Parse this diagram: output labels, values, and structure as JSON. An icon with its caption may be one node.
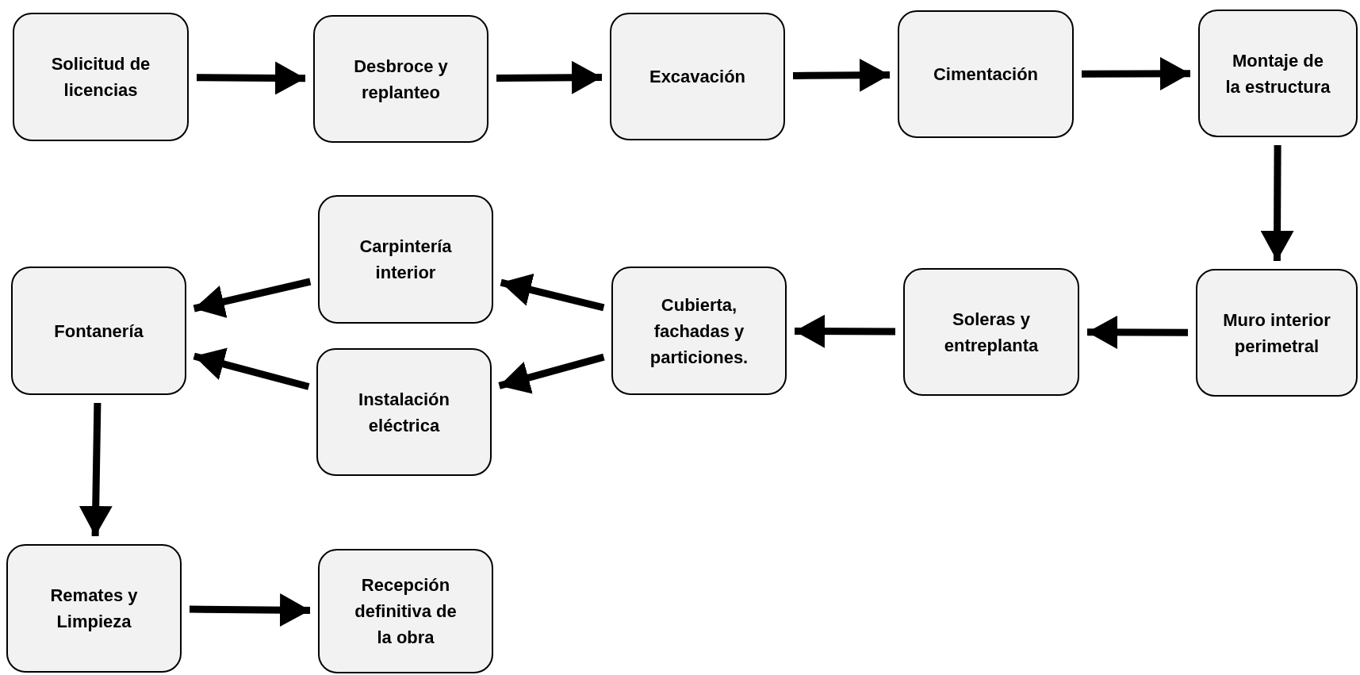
{
  "diagram": {
    "nodes": [
      {
        "text": [
          "Solicitud de licencias"
        ]
      },
      {
        "text": [
          "Desbroce y replanteo"
        ]
      },
      {
        "text": [
          "Excavación"
        ]
      },
      {
        "text": [
          "Cimentación"
        ]
      },
      {
        "text": [
          "Montaje de la estructura"
        ]
      },
      {
        "text": [
          "Muro interior perimetral"
        ]
      },
      {
        "text": [
          "Soleras y entreplanta"
        ]
      },
      {
        "text": [
          "Cubierta, fachadas y particiones."
        ]
      },
      {
        "text": [
          "Carpintería interior"
        ]
      },
      {
        "text": [
          "Instalación eléctrica"
        ]
      },
      {
        "text": [
          "Fontanería"
        ]
      },
      {
        "text": [
          "Remates y Limpieza"
        ]
      },
      {
        "text": [
          "Recepción definitiva de la obra"
        ]
      }
    ],
    "edges": [
      {
        "from": 0,
        "to": 1,
        "arrow": "to"
      },
      {
        "from": 1,
        "to": 2,
        "arrow": "to"
      },
      {
        "from": 2,
        "to": 3,
        "arrow": "to"
      },
      {
        "from": 3,
        "to": 4,
        "arrow": "to"
      },
      {
        "from": 4,
        "to": 5,
        "arrow": "to"
      },
      {
        "from": 5,
        "to": 6,
        "arrow": "to"
      },
      {
        "from": 6,
        "to": 7,
        "arrow": "to"
      },
      {
        "from": 7,
        "to": 8,
        "arrow": "to"
      },
      {
        "from": 7,
        "to": 9,
        "arrow": "to"
      },
      {
        "from": 8,
        "to": 10,
        "arrow": "to"
      },
      {
        "from": 9,
        "to": 10,
        "arrow": "to"
      },
      {
        "from": 10,
        "to": 11,
        "arrow": "to"
      },
      {
        "from": 11,
        "to": 12,
        "arrow": "to"
      }
    ]
  }
}
